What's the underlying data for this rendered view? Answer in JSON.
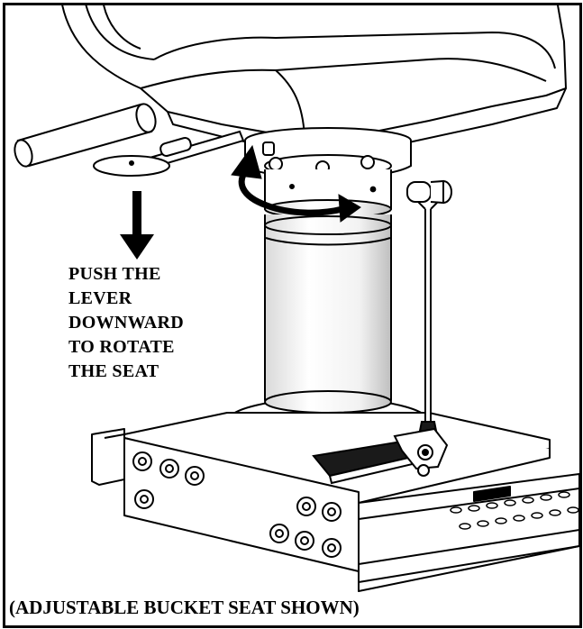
{
  "diagram": {
    "instruction_lines": [
      "PUSH THE",
      "LEVER",
      "DOWNWARD",
      "TO ROTATE",
      "THE SEAT"
    ],
    "caption": "(ADJUSTABLE BUCKET SEAT SHOWN)"
  },
  "colors": {
    "line": "#000000",
    "fill": "#ffffff",
    "shade": "#e6e6e6",
    "dark": "#1a1a1a"
  },
  "icons": {
    "push_arrow": "down-arrow-icon",
    "rotate_arrow": "rotate-arrow-icon"
  }
}
